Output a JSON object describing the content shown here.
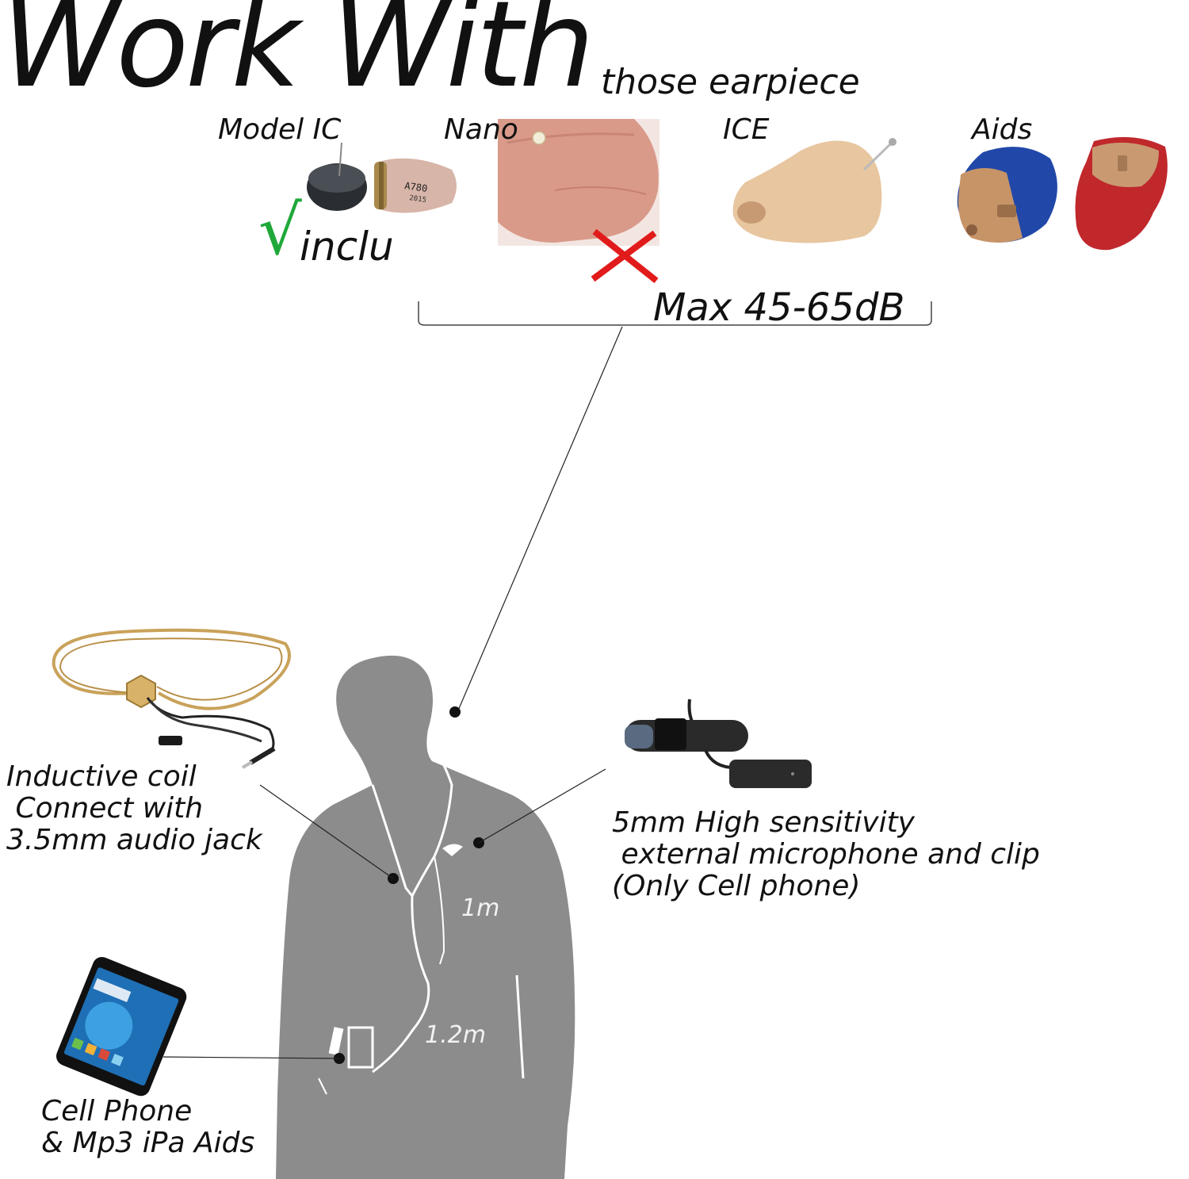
{
  "headline": "Work With",
  "subheadline": "those earpiece",
  "earpieces": [
    {
      "label": "Model IC"
    },
    {
      "label": "Nano"
    },
    {
      "label": "ICE"
    },
    {
      "label": "Aids"
    }
  ],
  "included_note": "inclu",
  "check_mark": "√",
  "max_volume": "Max 45-65dB",
  "callouts": {
    "inductive_coil": "Inductive coil\n Connect with\n3.5mm audio jack",
    "microphone": "5mm High sensitivity\n external microphone and clip\n(Only Cell phone)",
    "phone": "Cell Phone\n& Mp3 iPa Aids"
  },
  "cable_lengths": {
    "upper": "1m",
    "lower": "1.2m"
  },
  "colors": {
    "silhouette": "#8c8c8c",
    "check": "#1fa83a",
    "cross": "#e11b1b",
    "coil_cord": "#c9a25a",
    "cable": "#ffffff"
  },
  "icons": [
    "model-ic-earpiece-icon",
    "nano-earpiece-icon",
    "ice-earpiece-icon",
    "hearing-aid-icon",
    "inductive-coil-icon",
    "microphone-clip-icon",
    "smartphone-icon",
    "person-silhouette-icon"
  ]
}
